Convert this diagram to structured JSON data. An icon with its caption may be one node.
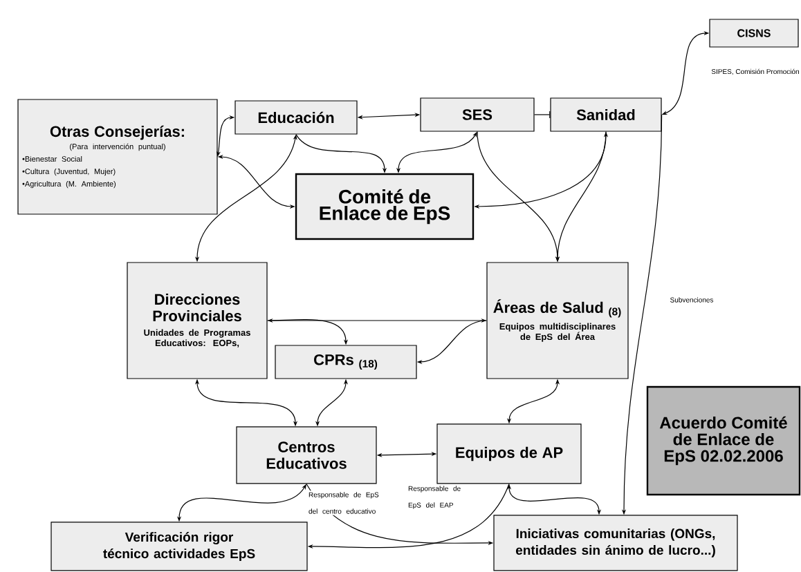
{
  "diagram": {
    "nodes": [
      {
        "text": [
          "Otras Consejerías:",
          "(Para intervención puntual)",
          "•Bienestar Social",
          "•Cultura (Juventud, Mujer)",
          "•Agricultura (M. Ambiente)"
        ]
      },
      {
        "text": [
          "Educación"
        ]
      },
      {
        "text": [
          "SES"
        ]
      },
      {
        "text": [
          "Sanidad"
        ]
      },
      {
        "text": [
          "CISNS"
        ]
      },
      {
        "text": [
          "Comité de Enlace de EpS"
        ]
      },
      {
        "text": [
          "Direcciones Provinciales",
          "Unidades de Programas Educativos: EOPs,"
        ]
      },
      {
        "text": [
          "Áreas de Salud $_{(8)}$",
          "Equipos multidisciplinares de EpS del Área"
        ]
      },
      {
        "text": [
          "CPRs $_{(18)}$"
        ]
      },
      {
        "text": [
          "Centros Educativos"
        ],
        "beside": [
          "Responsable de EpS del centro educativo"
        ]
      },
      {
        "text": [
          "Equipos de AP"
        ],
        "beside": [
          "Responsable de EpS del EAP"
        ]
      },
      {
        "text": [
          "Verificación rigor técnico actividades EpS"
        ]
      },
      {
        "text": [
          "Iniciativas comunitarias (ONGs, entidades sin ánimo de lucro...)"
        ]
      },
      {
        "text": [
          "Acuerdo Comité de Enlace de EpS 02.02.2006"
        ]
      }
    ],
    "edges": [
      {
        "from": 0,
        "to": 1,
        "arrow": "both"
      },
      {
        "from": 0,
        "to": 5,
        "arrow": "both"
      },
      {
        "from": 2,
        "to": 1,
        "arrow": "both"
      },
      {
        "from": 2,
        "to": 3,
        "arrow": "none"
      },
      {
        "from": 3,
        "to": 4,
        "arrow": "both",
        "label": "SIPES, Comisión Promoción"
      },
      {
        "from": 1,
        "to": 5,
        "arrow": "to"
      },
      {
        "from": 2,
        "to": 5,
        "arrow": "both"
      },
      {
        "from": 3,
        "to": 5,
        "arrow": "both"
      },
      {
        "from": 1,
        "to": 6,
        "arrow": "both"
      },
      {
        "from": 2,
        "to": 7,
        "arrow": "to"
      },
      {
        "from": 3,
        "to": 7,
        "arrow": "to"
      },
      {
        "from": 6,
        "to": 7,
        "arrow": "both"
      },
      {
        "from": 6,
        "to": 8,
        "arrow": "to"
      },
      {
        "from": 7,
        "to": 8,
        "arrow": "to"
      },
      {
        "from": 6,
        "to": 9,
        "arrow": "both"
      },
      {
        "from": 8,
        "to": 9,
        "arrow": "both"
      },
      {
        "from": 7,
        "to": 10,
        "arrow": "both"
      },
      {
        "from": 9,
        "to": 10,
        "arrow": "both"
      },
      {
        "from": 9,
        "to": 11,
        "arrow": "both"
      },
      {
        "from": 9,
        "to": 12,
        "arrow": "to"
      },
      {
        "from": 10,
        "to": 11,
        "arrow": "to"
      },
      {
        "from": 10,
        "to": 12,
        "arrow": "both"
      },
      {
        "from": 3,
        "to": 12,
        "arrow": "to",
        "label": "Subvenciones"
      }
    ]
  }
}
